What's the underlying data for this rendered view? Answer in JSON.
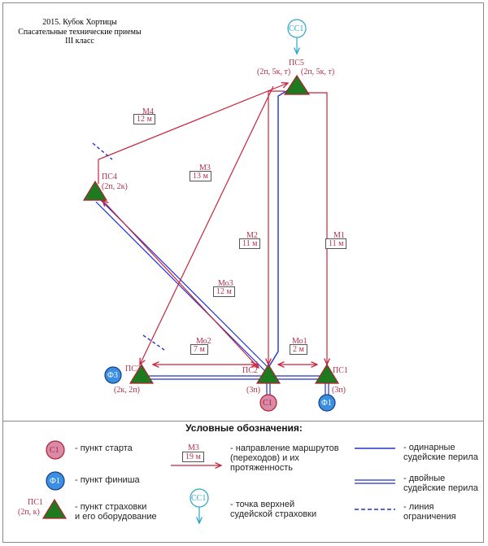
{
  "header": {
    "line1": "2015. Кубок Хортицы",
    "line2": "Спасательные технические приемы",
    "line3": "III класс"
  },
  "nodes": {
    "ps5": {
      "name": "ПС5",
      "equip_left": "(2п, 5к, т)",
      "equip_right": "(2п, 5к, т)"
    },
    "ps4": {
      "name": "ПС4",
      "equip": "(2п, 2к)"
    },
    "ps3": {
      "name": "ПС3",
      "equip": "(2к, 2п)"
    },
    "ps2": {
      "name": "ПС2",
      "equip": "(3п)"
    },
    "ps1": {
      "name": "ПС1",
      "equip": "(3п)"
    },
    "ss1": {
      "name": "СС1"
    },
    "s1": {
      "name": "С1"
    },
    "f1": {
      "name": "Ф1"
    },
    "f3": {
      "name": "Ф3"
    }
  },
  "segments": {
    "m4": {
      "name": "М4",
      "length": "12 м"
    },
    "m3": {
      "name": "М3",
      "length": "13 м"
    },
    "m2": {
      "name": "М2",
      "length": "11 м"
    },
    "m1": {
      "name": "М1",
      "length": "11 м"
    },
    "mo3": {
      "name": "Мо3",
      "length": "12 м"
    },
    "mo2": {
      "name": "Мо2",
      "length": "7 м"
    },
    "mo1": {
      "name": "Мо1",
      "length": "2 м"
    }
  },
  "legend": {
    "title": "Условные обозначения:",
    "start_symbol": "С1",
    "start_text": "- пункт старта",
    "finish_symbol": "Ф1",
    "finish_text": "- пункт финиша",
    "belay_symbol_name": "ПС1",
    "belay_symbol_equip": "(2п, к)",
    "belay_text1": "- пункт страховки",
    "belay_text2": "и его оборудование",
    "route_name": "М3",
    "route_length": "19 м",
    "route_text1": "- направление маршрутов",
    "route_text2": "(переходов) и их",
    "route_text3": "протяженность",
    "top_symbol": "СС1",
    "top_text1": "- точка верхней",
    "top_text2": "судейской страховки",
    "single_text1": "- одинарные",
    "single_text2": "судейские перила",
    "double_text1": "- двойные",
    "double_text2": "судейские перила",
    "limit_text1": "- линия",
    "limit_text2": "ограничения"
  },
  "colors": {
    "route": "#c8243c",
    "rope": "#2233cc",
    "triangle_fill": "#1e7a1e",
    "triangle_stroke": "#b02030",
    "start_fill": "#d98aa8",
    "finish_fill": "#3a8fe0",
    "top_belay": "#2aa7c7"
  }
}
